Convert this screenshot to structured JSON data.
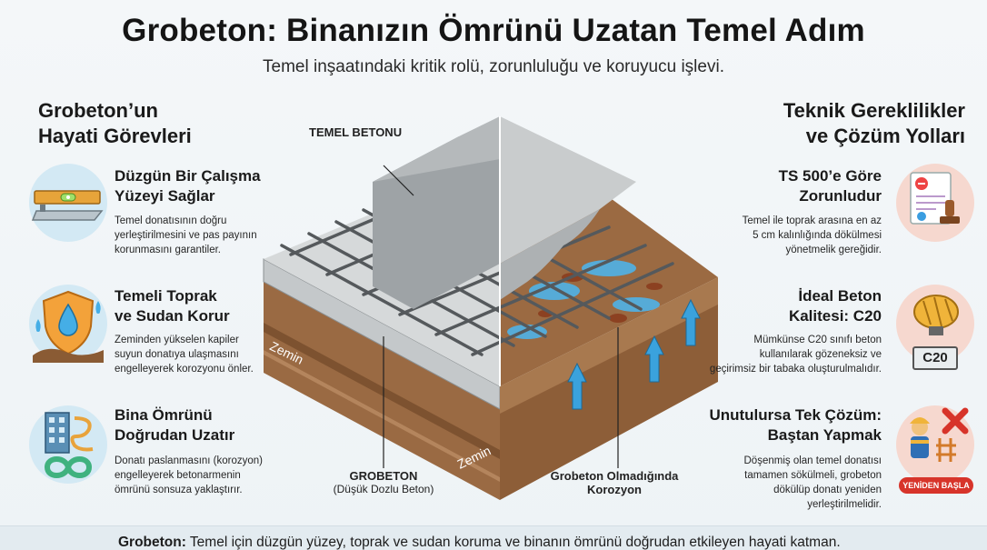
{
  "header": {
    "title": "Grobeton: Binanızın Ömrünü Uzatan Temel Adım",
    "subtitle": "Temel inşaatındaki kritik rolü, zorunluluğu ve koruyucu işlevi."
  },
  "left": {
    "heading_line1": "Grobeton’un",
    "heading_line2": "Hayati Görevleri",
    "items": [
      {
        "title_line1": "Düzgün Bir Çalışma",
        "title_line2": "Yüzeyi Sağlar",
        "desc": [
          "Temel donatısının doğru",
          "yerleştirilmesini ve pas payının",
          "korunmasını garantiler."
        ],
        "icon": "level-trowel-icon"
      },
      {
        "title_line1": "Temeli Toprak",
        "title_line2": "ve Sudan Korur",
        "desc": [
          "Zeminden yükselen kapiler",
          "suyun donatıya ulaşmasını",
          "engelleyerek korozyonu önler."
        ],
        "icon": "shield-water-icon"
      },
      {
        "title_line1": "Bina Ömrünü",
        "title_line2": "Doğrudan Uzatır",
        "desc": [
          "Donatı paslanmasını (korozyon)",
          "engelleyerek betonarmenin",
          "ömrünü sonsuza yaklaştırır."
        ],
        "icon": "building-infinity-icon"
      }
    ]
  },
  "right": {
    "heading_line1": "Teknik Gereklilikler",
    "heading_line2": "ve Çözüm Yolları",
    "items": [
      {
        "title_line1": "TS 500’e Göre",
        "title_line2": "Zorunludur",
        "desc": [
          "Temel ile toprak arasına en az",
          "5 cm kalınlığında dökülmesi",
          "yönetmelik gereğidir."
        ],
        "icon": "document-stamp-icon"
      },
      {
        "title_line1": "İdeal Beton",
        "title_line2": "Kalitesi: C20",
        "desc": [
          "Mümkünse C20 sınıfı beton",
          "kullanılarak gözeneksiz ve",
          "geçirimsiz bir tabaka oluşturulmalıdır."
        ],
        "icon": "concrete-mixer-icon",
        "badge": "C20"
      },
      {
        "title_line1": "Unutulursa Tek Çözüm:",
        "title_line2": "Baştan Yapmak",
        "desc": [
          "Döşenmiş olan temel donatısı",
          "tamamen sökülmeli, grobeton",
          "dökülüp donatı yeniden",
          "yerleştirilmelidir."
        ],
        "icon": "worker-cross-icon",
        "badge": "YENİDEN BAŞLA"
      }
    ]
  },
  "diagram": {
    "label_temel_betonu": "TEMEL BETONU",
    "label_zemin_1": "Zemin",
    "label_zemin_2": "Zemin",
    "label_grobeton": "GROBETON",
    "label_grobeton_sub": "(Düşük Dozlu Beton)",
    "label_korozyon_line1": "Grobeton Olmadığında",
    "label_korozyon_line2": "Korozyon"
  },
  "footer": {
    "bold": "Grobeton:",
    "text": " Temel için düzgün yüzey, toprak ve sudan koruma ve binanın ömrünü doğrudan etkileyen hayati katman."
  },
  "colors": {
    "concrete": "#c9ccce",
    "concrete_dark": "#8f9496",
    "soil": "#9a6a43",
    "soil_dark": "#6e4527",
    "water": "#4fb3e8",
    "rust": "#8a3b1c",
    "icon_bg": "#d7ecf6",
    "icon_bg_right": "#f7dcd4"
  }
}
